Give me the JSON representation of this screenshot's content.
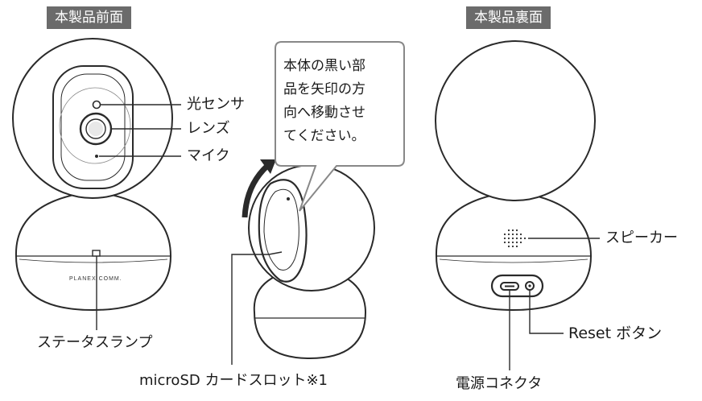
{
  "front": {
    "heading": "本製品前面",
    "labels": {
      "light_sensor": "光センサ",
      "lens": "レンズ",
      "mic": "マイク",
      "status_lamp": "ステータスランプ"
    },
    "brand": "PLANEX COMM."
  },
  "middle": {
    "callout_lines": [
      "本体の黒い部",
      "品を矢印の方",
      "向へ移動させ",
      "てください。"
    ],
    "microsd_label": "microSD カードスロット※1"
  },
  "back": {
    "heading": "本製品裏面",
    "labels": {
      "speaker": "スピーカー",
      "reset": "Reset ボタン",
      "power": "電源コネクタ"
    }
  }
}
